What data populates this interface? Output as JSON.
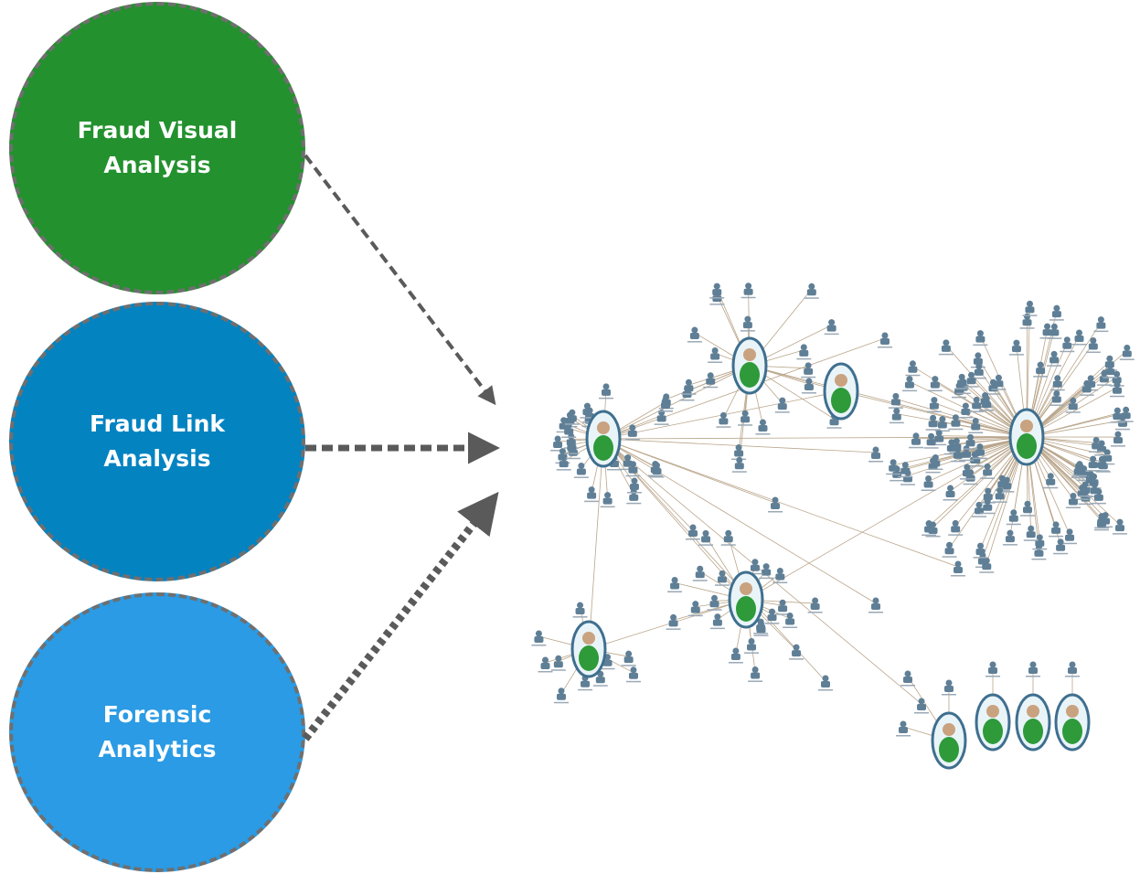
{
  "nodes": [
    {
      "label": "Fraud Visual\nAnalysis",
      "color": "#23912e"
    },
    {
      "label": "Fraud Link\nAnalysis",
      "color": "#0483c1"
    },
    {
      "label": "Forensic\nAnalytics",
      "color": "#2a9be4"
    }
  ],
  "arrow_color": "#5a5a5a",
  "network_graph": {
    "person_node_color": "#2e9a3a",
    "entity_icon_color": "#5f7f96",
    "edge_color": "#b9a58a"
  }
}
